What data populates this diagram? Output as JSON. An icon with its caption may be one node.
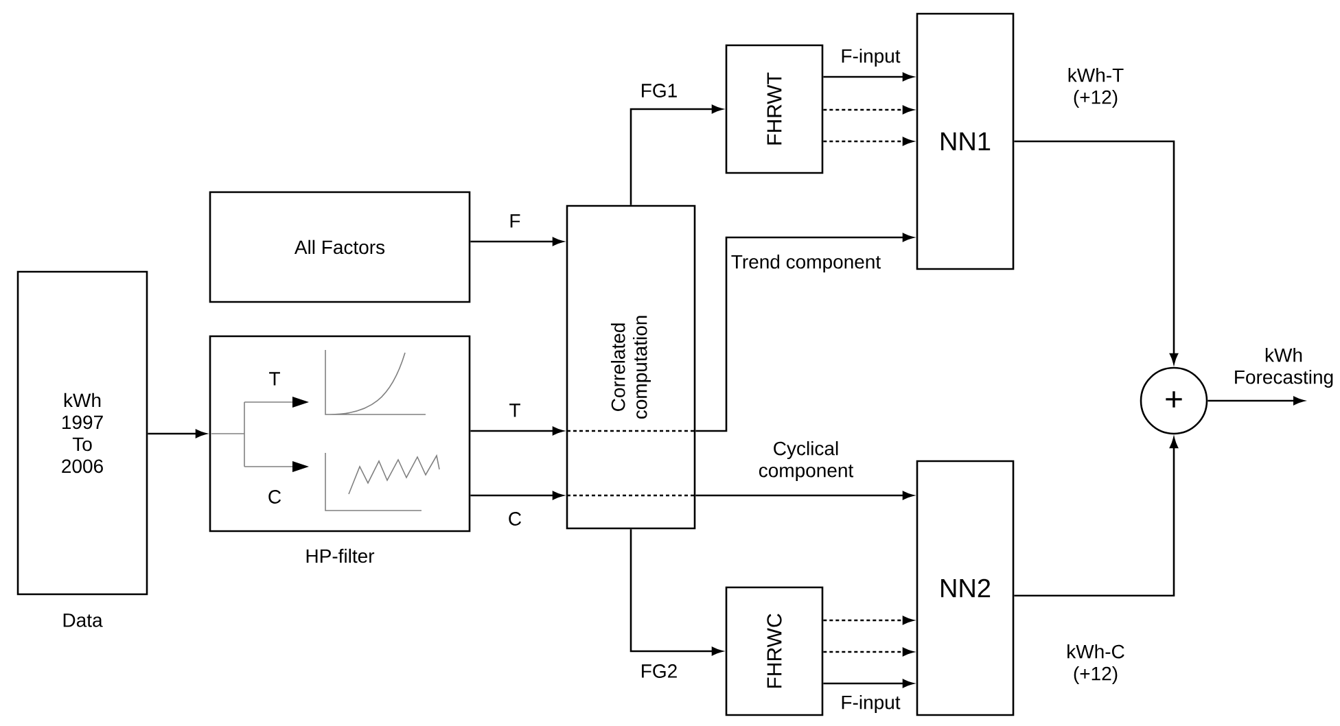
{
  "diagram": {
    "nodes": [
      {
        "text": [
          "kWh 1997 To 2006"
        ],
        "beside": [
          "Data"
        ]
      },
      {
        "text": [
          "All Factors"
        ]
      },
      {
        "text": [
          "T",
          "C"
        ],
        "beside": [
          "HP-filter"
        ]
      },
      {
        "text": [
          "Correlated computation"
        ]
      },
      {
        "text": [
          "FHRWT"
        ]
      },
      {
        "text": [
          "NN1"
        ]
      },
      {
        "text": [
          "FHRWC"
        ]
      },
      {
        "text": [
          "NN2"
        ]
      },
      {
        "text": [
          "+"
        ]
      }
    ],
    "edges": [
      {
        "from": 0,
        "to": 2,
        "arrow": "to"
      },
      {
        "from": 1,
        "to": 3,
        "arrow": "to",
        "label": "F"
      },
      {
        "from": 2,
        "to": 3,
        "arrow": "to",
        "label": "T"
      },
      {
        "from": 2,
        "to": 3,
        "arrow": "to",
        "label": "C"
      },
      {
        "from": 3,
        "to": 4,
        "arrow": "to",
        "label": "FG1"
      },
      {
        "from": 4,
        "to": 5,
        "arrow": "to",
        "label": "F-input"
      },
      {
        "from": 4,
        "to": 5,
        "arrow": "to",
        "style": "dashed"
      },
      {
        "from": 4,
        "to": 5,
        "arrow": "to",
        "style": "dashed"
      },
      {
        "from": 3,
        "to": 5,
        "arrow": "to",
        "label": "Trend component"
      },
      {
        "from": 3,
        "to": 7,
        "arrow": "to",
        "label": "Cyclical component"
      },
      {
        "from": 3,
        "to": 6,
        "arrow": "to",
        "label": "FG2"
      },
      {
        "from": 6,
        "to": 7,
        "arrow": "to",
        "style": "dashed"
      },
      {
        "from": 6,
        "to": 7,
        "arrow": "to",
        "style": "dashed"
      },
      {
        "from": 6,
        "to": 7,
        "arrow": "to",
        "label": "F-input"
      },
      {
        "from": 5,
        "to": 8,
        "arrow": "to",
        "label": "kWh-T (+12)"
      },
      {
        "from": 7,
        "to": 8,
        "arrow": "to",
        "label": "kWh-C (+12)"
      },
      {
        "from": 8,
        "to": null,
        "arrow": "to",
        "label": "kWh Forecasting"
      }
    ]
  }
}
